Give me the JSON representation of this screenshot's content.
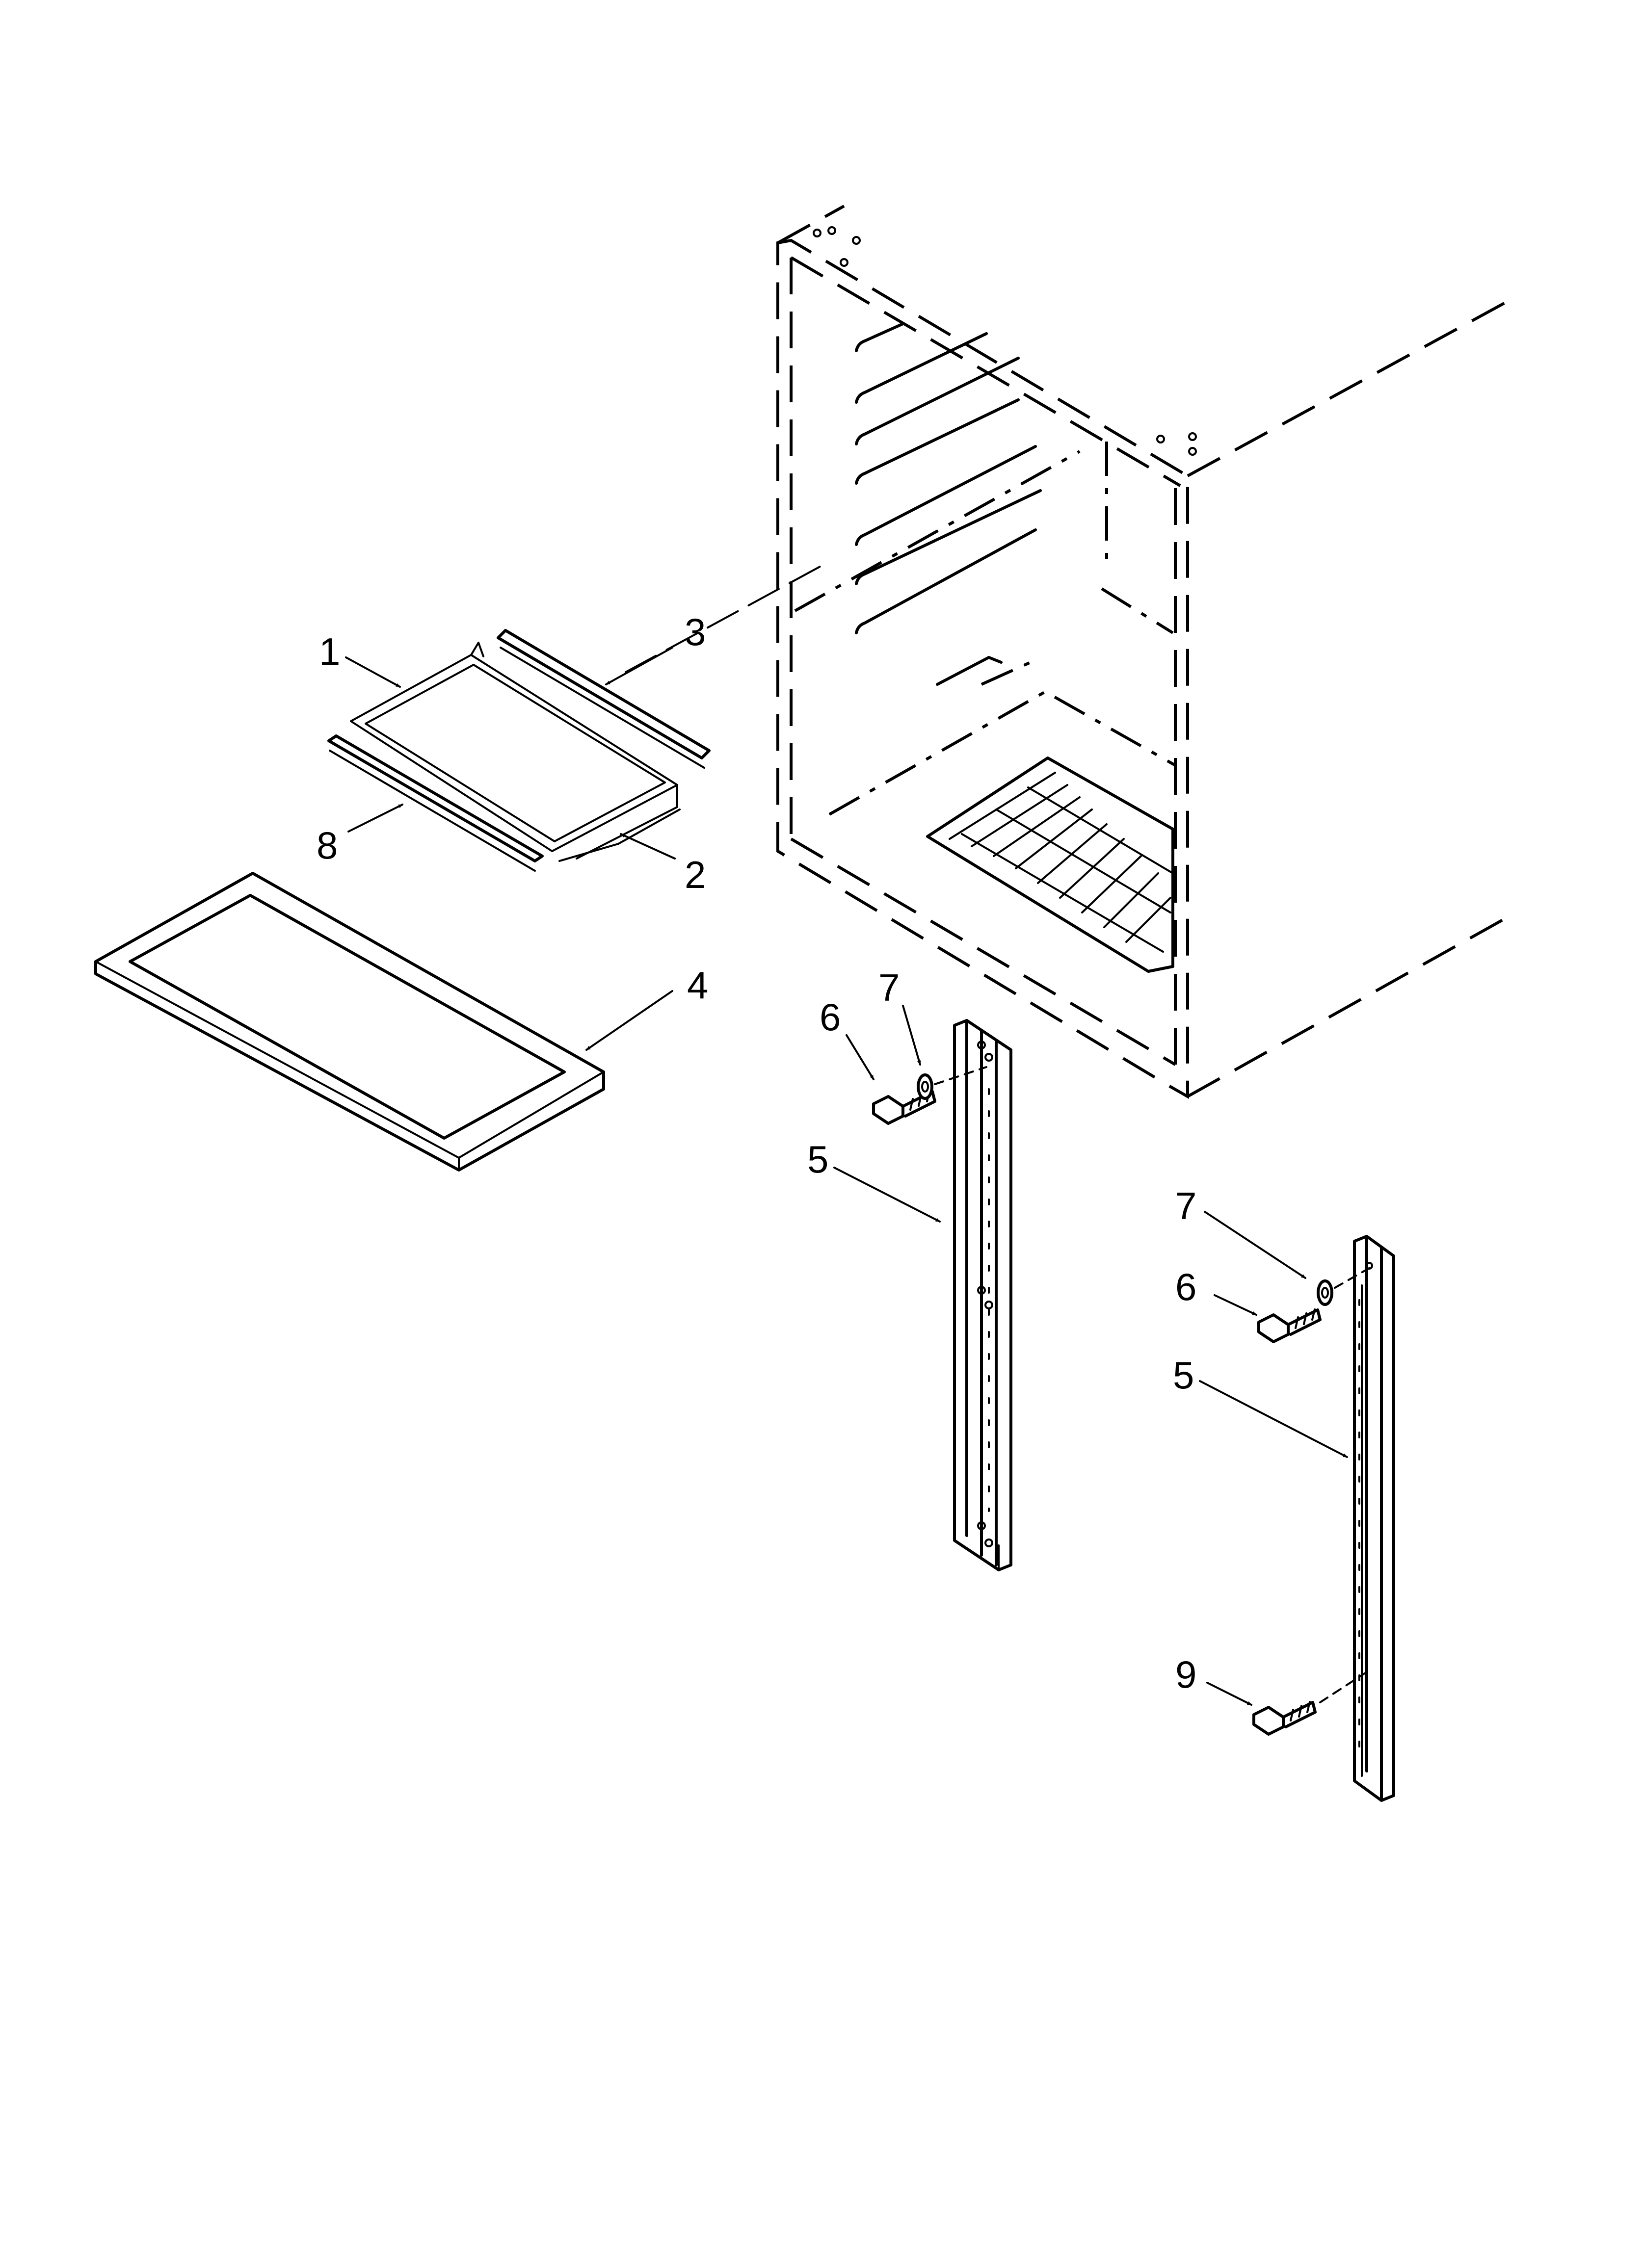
{
  "diagram": {
    "callouts": {
      "c1": "1",
      "c2": "2",
      "c3": "3",
      "c4": "4",
      "c5a": "5",
      "c5b": "5",
      "c6a": "6",
      "c6b": "6",
      "c7a": "7",
      "c7b": "7",
      "c8": "8",
      "c9": "9"
    }
  }
}
